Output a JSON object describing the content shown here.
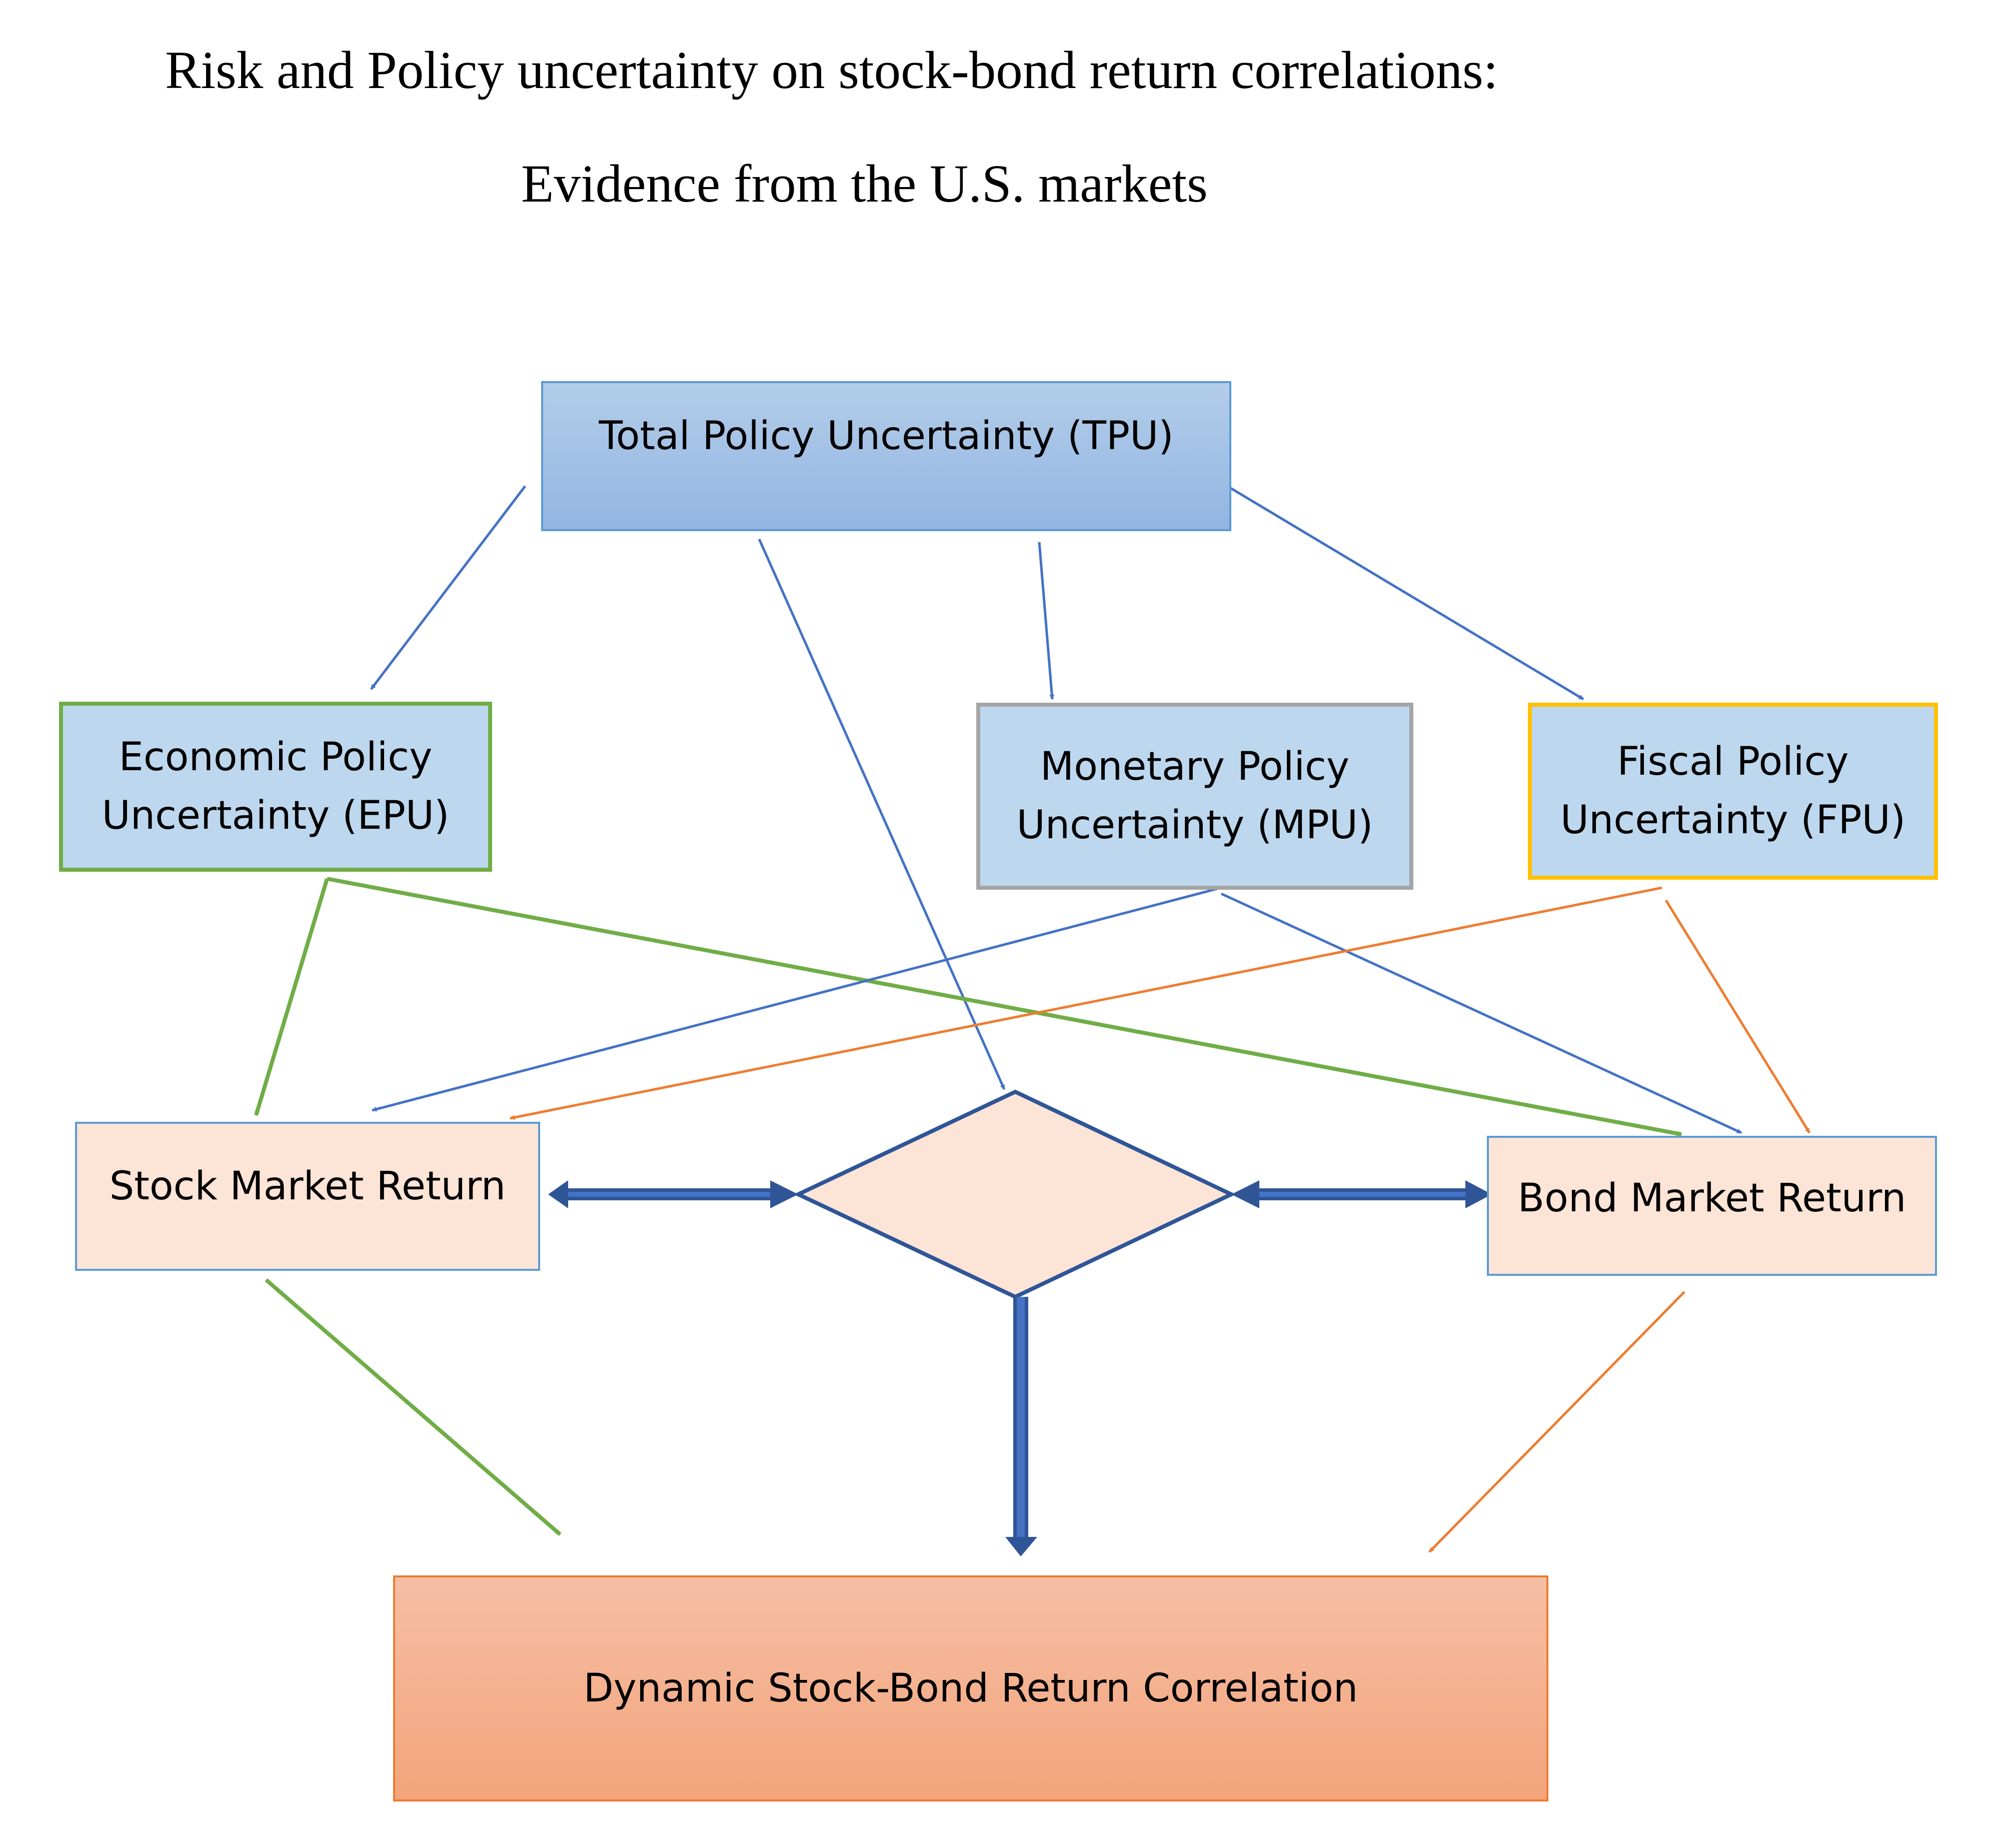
{
  "title": {
    "line1": "Risk and Policy uncertainty on stock-bond return correlations:",
    "line2": "Evidence from the U.S. markets"
  },
  "nodes": {
    "tpu": "Total Policy Uncertainty (TPU)",
    "epu": "Economic Policy\nUncertainty (EPU)",
    "mpu": "Monetary Policy\nUncertainty (MPU)",
    "fpu": "Fiscal Policy\nUncertainty (FPU)",
    "stock": "Stock Market Return",
    "bond": "Bond Market Return",
    "correlation": "Dynamic Stock-Bond Return Correlation"
  },
  "colors": {
    "blue_arrow": "#4472c4",
    "green_arrow": "#70ad47",
    "orange_arrow": "#ed7d31",
    "dark_blue": "#2f5597",
    "decision_fill": "#fce4d6",
    "policy_fill": "#bdd7ee",
    "return_fill": "#fce4d6",
    "correlation_fill": "#f4b183"
  },
  "edges": [
    {
      "from": "tpu",
      "to": "epu",
      "color": "blue_arrow"
    },
    {
      "from": "tpu",
      "to": "decision",
      "color": "blue_arrow"
    },
    {
      "from": "tpu",
      "to": "mpu",
      "color": "blue_arrow"
    },
    {
      "from": "tpu",
      "to": "fpu",
      "color": "blue_arrow"
    },
    {
      "from": "epu",
      "to": "stock",
      "color": "green_arrow"
    },
    {
      "from": "epu",
      "to": "bond",
      "color": "green_arrow"
    },
    {
      "from": "mpu",
      "to": "stock",
      "color": "blue_arrow"
    },
    {
      "from": "mpu",
      "to": "bond",
      "color": "blue_arrow"
    },
    {
      "from": "fpu",
      "to": "stock",
      "color": "orange_arrow"
    },
    {
      "from": "fpu",
      "to": "bond",
      "color": "orange_arrow"
    },
    {
      "from": "stock",
      "to": "decision",
      "color": "dark_blue",
      "bidirectional": true
    },
    {
      "from": "decision",
      "to": "bond",
      "color": "dark_blue",
      "bidirectional": true
    },
    {
      "from": "decision",
      "to": "correlation",
      "color": "dark_blue"
    },
    {
      "from": "stock",
      "to": "correlation",
      "color": "green_arrow"
    },
    {
      "from": "bond",
      "to": "correlation",
      "color": "orange_arrow"
    }
  ]
}
